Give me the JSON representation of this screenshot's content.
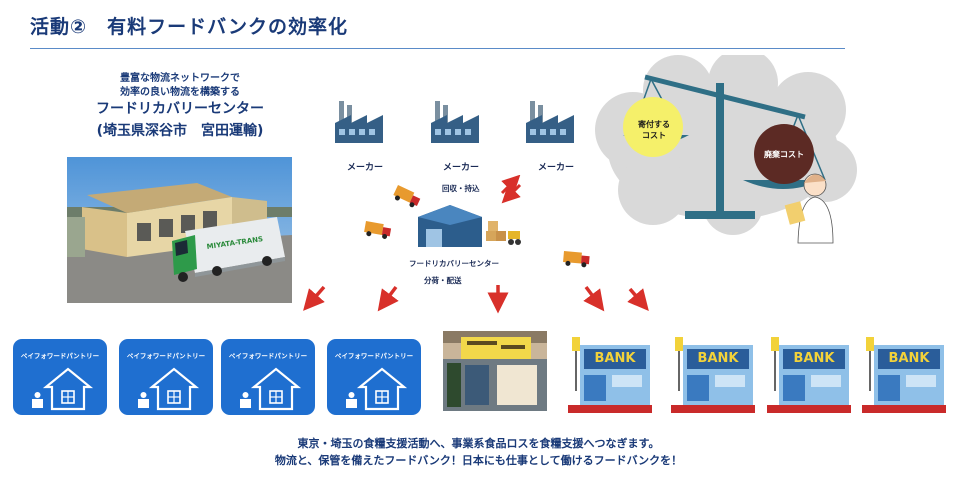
{
  "header": {
    "title": "活動②　有料フードバンクの効率化"
  },
  "center": {
    "caption_line1": "豊富な物流ネットワークで",
    "caption_line2": "効率の良い物流を構築する",
    "name": "フードリカバリーセンター",
    "location": "(埼玉県深谷市　宮田運輸)",
    "truck_logo": "MIYATA-TRANS"
  },
  "makers": [
    {
      "label": "メーカー"
    },
    {
      "label": "メーカー"
    },
    {
      "label": "メーカー"
    }
  ],
  "flow": {
    "collect": "回収・持込",
    "hub": "フードリカバリーセンター",
    "distribute": "分荷・配送"
  },
  "cost": {
    "donate": "寄付する\nコスト",
    "waste": "廃棄コスト"
  },
  "pantries": [
    {
      "label": "ペイフォワードパントリー"
    },
    {
      "label": "ペイフォワードパントリー"
    },
    {
      "label": "ペイフォワードパントリー"
    },
    {
      "label": "ペイフォワードパントリー"
    }
  ],
  "banks": [
    {
      "sign": "BANK"
    },
    {
      "sign": "BANK"
    },
    {
      "sign": "BANK"
    },
    {
      "sign": "BANK"
    }
  ],
  "footer": {
    "line1": "東京・埼玉の食糧支援活動へ、事業系食品ロスを食糧支援へつなぎます。",
    "line2": "物流と、保管を備えたフードバンク！日本にも仕事として働けるフードバンクを！"
  },
  "colors": {
    "brand_blue": "#1a3a78",
    "pantry_blue": "#1f6fd0",
    "arrow_red": "#d8302a",
    "balance_teal": "#2f6f86"
  }
}
